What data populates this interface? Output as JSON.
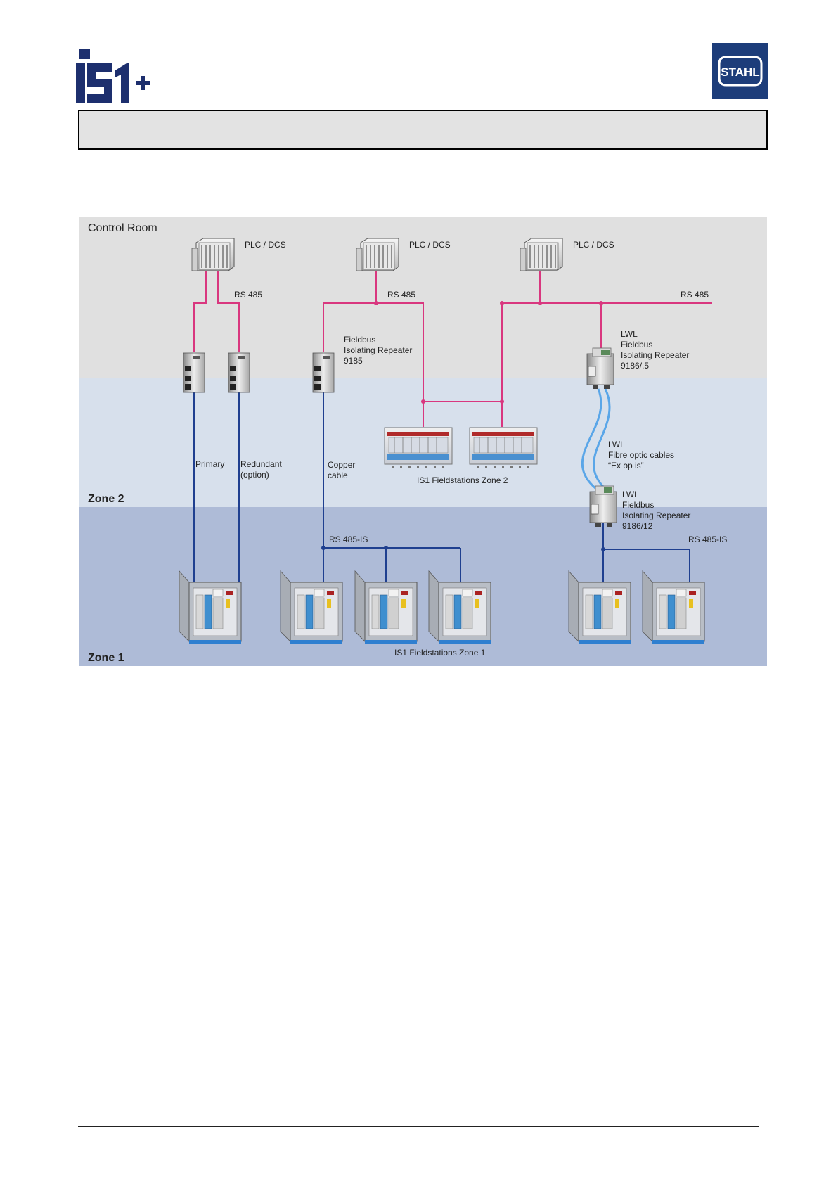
{
  "header": {
    "logo_left": "IS1+",
    "logo_right": "STAHL",
    "title_box_text": ""
  },
  "diagram": {
    "zones": {
      "control_room": "Control Room",
      "zone2": "Zone 2",
      "zone1": "Zone 1"
    },
    "plc_label": "PLC / DCS",
    "rs485_label": "RS 485",
    "rs485is_label": "RS 485-IS",
    "repeater_9185": [
      "Fieldbus",
      "Isolating Repeater",
      "9185"
    ],
    "lwl_repeater_top": [
      "LWL",
      "Fieldbus",
      "Isolating Repeater",
      "9186/.5"
    ],
    "lwl_repeater_bottom": [
      "LWL",
      "Fieldbus",
      "Isolating Repeater",
      "9186/12"
    ],
    "fibre_label": [
      "LWL",
      "Fibre optic cables",
      "“Ex op is”"
    ],
    "primary_label": "Primary",
    "redundant_label": [
      "Redundant",
      "(option)"
    ],
    "copper_label": [
      "Copper",
      "cable"
    ],
    "fieldstations_zone2": "IS1 Fieldstations Zone 2",
    "fieldstations_zone1": "IS1 Fieldstations Zone 1",
    "colors": {
      "control_room_bg": "#e0e0e0",
      "zone2_bg": "#d7e0ec",
      "zone1_bg": "#aebbd7",
      "rs485_line": "#d9377f",
      "rs485is_line": "#1f3f8f",
      "fibre_line": "#5aa6e8"
    }
  }
}
